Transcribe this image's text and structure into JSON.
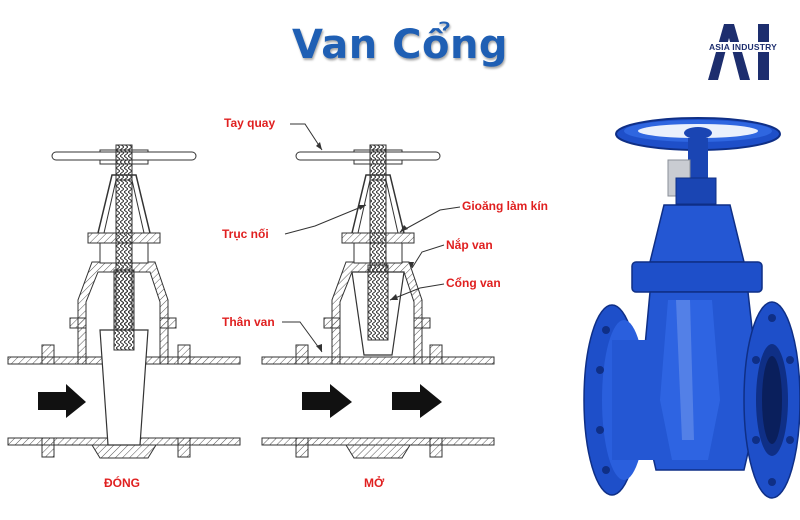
{
  "title": "Van Cổng",
  "logo": {
    "text": "ASIA INDUSTRY",
    "mark": "AI",
    "color": "#1d2e6e"
  },
  "labels": {
    "handwheel": "Tay quay",
    "stem": "Trục nối",
    "gasket": "Gioăng làm kín",
    "bonnet": "Nắp van",
    "gate": "Cổng van",
    "body": "Thân van"
  },
  "states": {
    "closed": "ĐÓNG",
    "open": "MỞ"
  },
  "colors": {
    "title": "#1f5fb4",
    "label": "#e02020",
    "valve_blue": "#1e4fc9",
    "line": "#333333"
  }
}
